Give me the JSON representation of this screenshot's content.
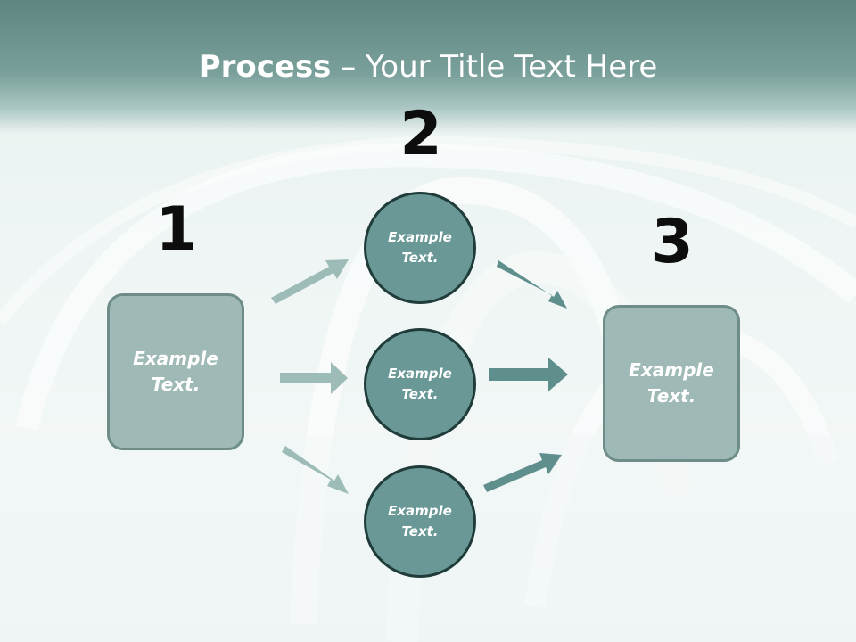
{
  "title": {
    "bold": "Process",
    "rest": " – Your Title Text Here"
  },
  "steps": [
    {
      "number": "1",
      "label": "Example Text."
    },
    {
      "number": "2",
      "label": "Example Text."
    },
    {
      "number": "3",
      "label": "Example Text."
    }
  ],
  "circles": [
    {
      "label": "Example Text."
    },
    {
      "label": "Example Text."
    },
    {
      "label": "Example Text."
    }
  ],
  "colors": {
    "header": "#6b918c",
    "box_fill": "#9fbab6",
    "circle_fill": "#699896",
    "left_arrow": "#9dbcb8",
    "right_arrow": "#5f8f8d"
  }
}
